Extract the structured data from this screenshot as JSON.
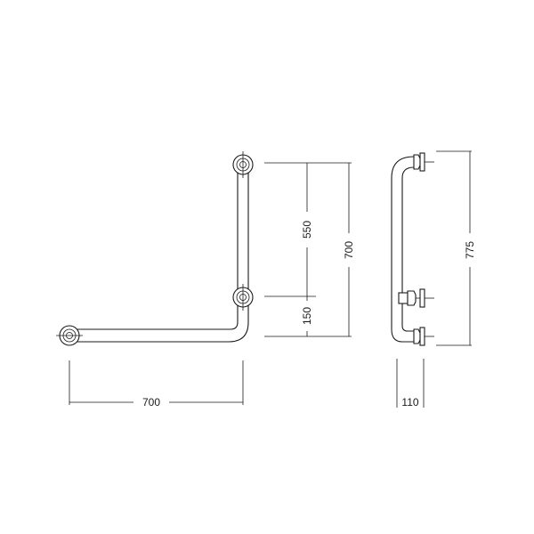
{
  "diagram": {
    "front_view": {
      "dim_width": "700",
      "dim_upper": "550",
      "dim_lower": "150",
      "dim_height": "700"
    },
    "side_view": {
      "dim_height": "775",
      "dim_depth": "110"
    },
    "colors": {
      "line": "#1a1a1a",
      "background": "#ffffff"
    }
  }
}
